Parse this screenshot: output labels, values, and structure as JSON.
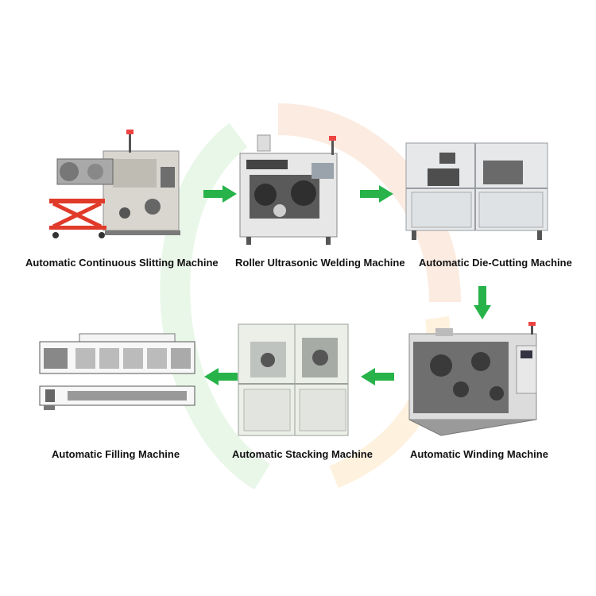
{
  "colors": {
    "arrow": "#27b34a",
    "frame": "#c9ccd1",
    "panel": "#e9ecef",
    "accent_red": "#d23b3b",
    "accent_orange": "#f29a3a"
  },
  "steps": [
    {
      "label": "Automatic Continuous Slitting Machine",
      "icon": "slitting-machine-image"
    },
    {
      "label": "Roller Ultrasonic Welding Machine",
      "icon": "welding-machine-image"
    },
    {
      "label": "Automatic Die-Cutting Machine",
      "icon": "die-cutting-machine-image"
    },
    {
      "label": "Automatic Winding Machine",
      "icon": "winding-machine-image"
    },
    {
      "label": "Automatic Stacking Machine",
      "icon": "stacking-machine-image"
    },
    {
      "label": "Automatic Filling Machine",
      "icon": "filling-machine-image"
    }
  ]
}
